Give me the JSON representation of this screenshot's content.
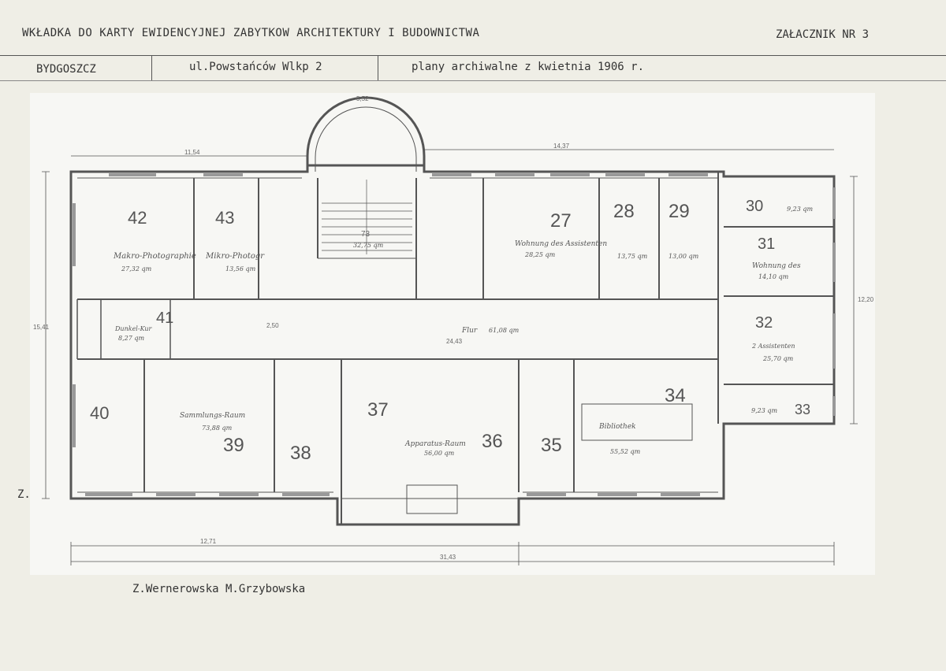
{
  "header": {
    "title": "WKŁADKA DO KARTY EWIDENCYJNEJ ZABYTKOW ARCHITEKTURY I BUDOWNICTWA",
    "annex": "ZAŁACZNIK NR 3",
    "city": "BYDGOSZCZ",
    "street": "ul.Powstańców Wlkp 2",
    "description": "plany archiwalne z kwietnia 1906 r."
  },
  "margin_mark": "Z.",
  "authors": "Z.Wernerowska M.Grzybowska",
  "plan": {
    "rooms": [
      {
        "id": "r42",
        "num": "42",
        "name": "Makro-Photographie",
        "area": "27,32 qm"
      },
      {
        "id": "r43",
        "num": "43",
        "name": "Mikro-Photogr",
        "area": "13,56 qm"
      },
      {
        "id": "r73",
        "num": "73",
        "name": "",
        "area": "32,75 qm"
      },
      {
        "id": "r27",
        "num": "27",
        "name": "Wohnung des Assistenten",
        "area": "28,25 qm"
      },
      {
        "id": "r28",
        "num": "28",
        "name": "",
        "area": "13,75 qm"
      },
      {
        "id": "r29",
        "num": "29",
        "name": "",
        "area": "13,00 qm"
      },
      {
        "id": "r30",
        "num": "30",
        "name": "",
        "area": "9,23 qm"
      },
      {
        "id": "r31",
        "num": "31",
        "name": "Wohnung des",
        "area": "14,10 qm"
      },
      {
        "id": "r41",
        "num": "41",
        "name": "Dunkel-Kur",
        "area": "8,27 qm"
      },
      {
        "id": "r32",
        "num": "32",
        "name": "2 Assistenten",
        "area": "25,70 qm"
      },
      {
        "id": "r33",
        "num": "33",
        "name": "",
        "area": "9,23 qm"
      },
      {
        "id": "r40",
        "num": "40",
        "name": "",
        "area": ""
      },
      {
        "id": "r39",
        "num": "39",
        "name": "Sammlungs-Raum",
        "area": "73,88 qm"
      },
      {
        "id": "r38",
        "num": "38",
        "name": "",
        "area": ""
      },
      {
        "id": "r37",
        "num": "37",
        "name": "",
        "area": ""
      },
      {
        "id": "r36",
        "num": "36",
        "name": "Apparatus-Raum",
        "area": "56,00 qm"
      },
      {
        "id": "r35",
        "num": "35",
        "name": "",
        "area": ""
      },
      {
        "id": "r34",
        "num": "34",
        "name": "Bibliothek",
        "area": "55,52 qm"
      }
    ],
    "corridor": {
      "label": "Flur",
      "area": "61,08 qm",
      "width": "2,50",
      "length": "24,43"
    },
    "dimensions": {
      "total": "31,43",
      "left_wing": "12,71",
      "right_wing": "14,37",
      "upper_left": "11,54",
      "stair": "5,52",
      "depth_left": "15,41",
      "depth_right": "12,20"
    }
  }
}
